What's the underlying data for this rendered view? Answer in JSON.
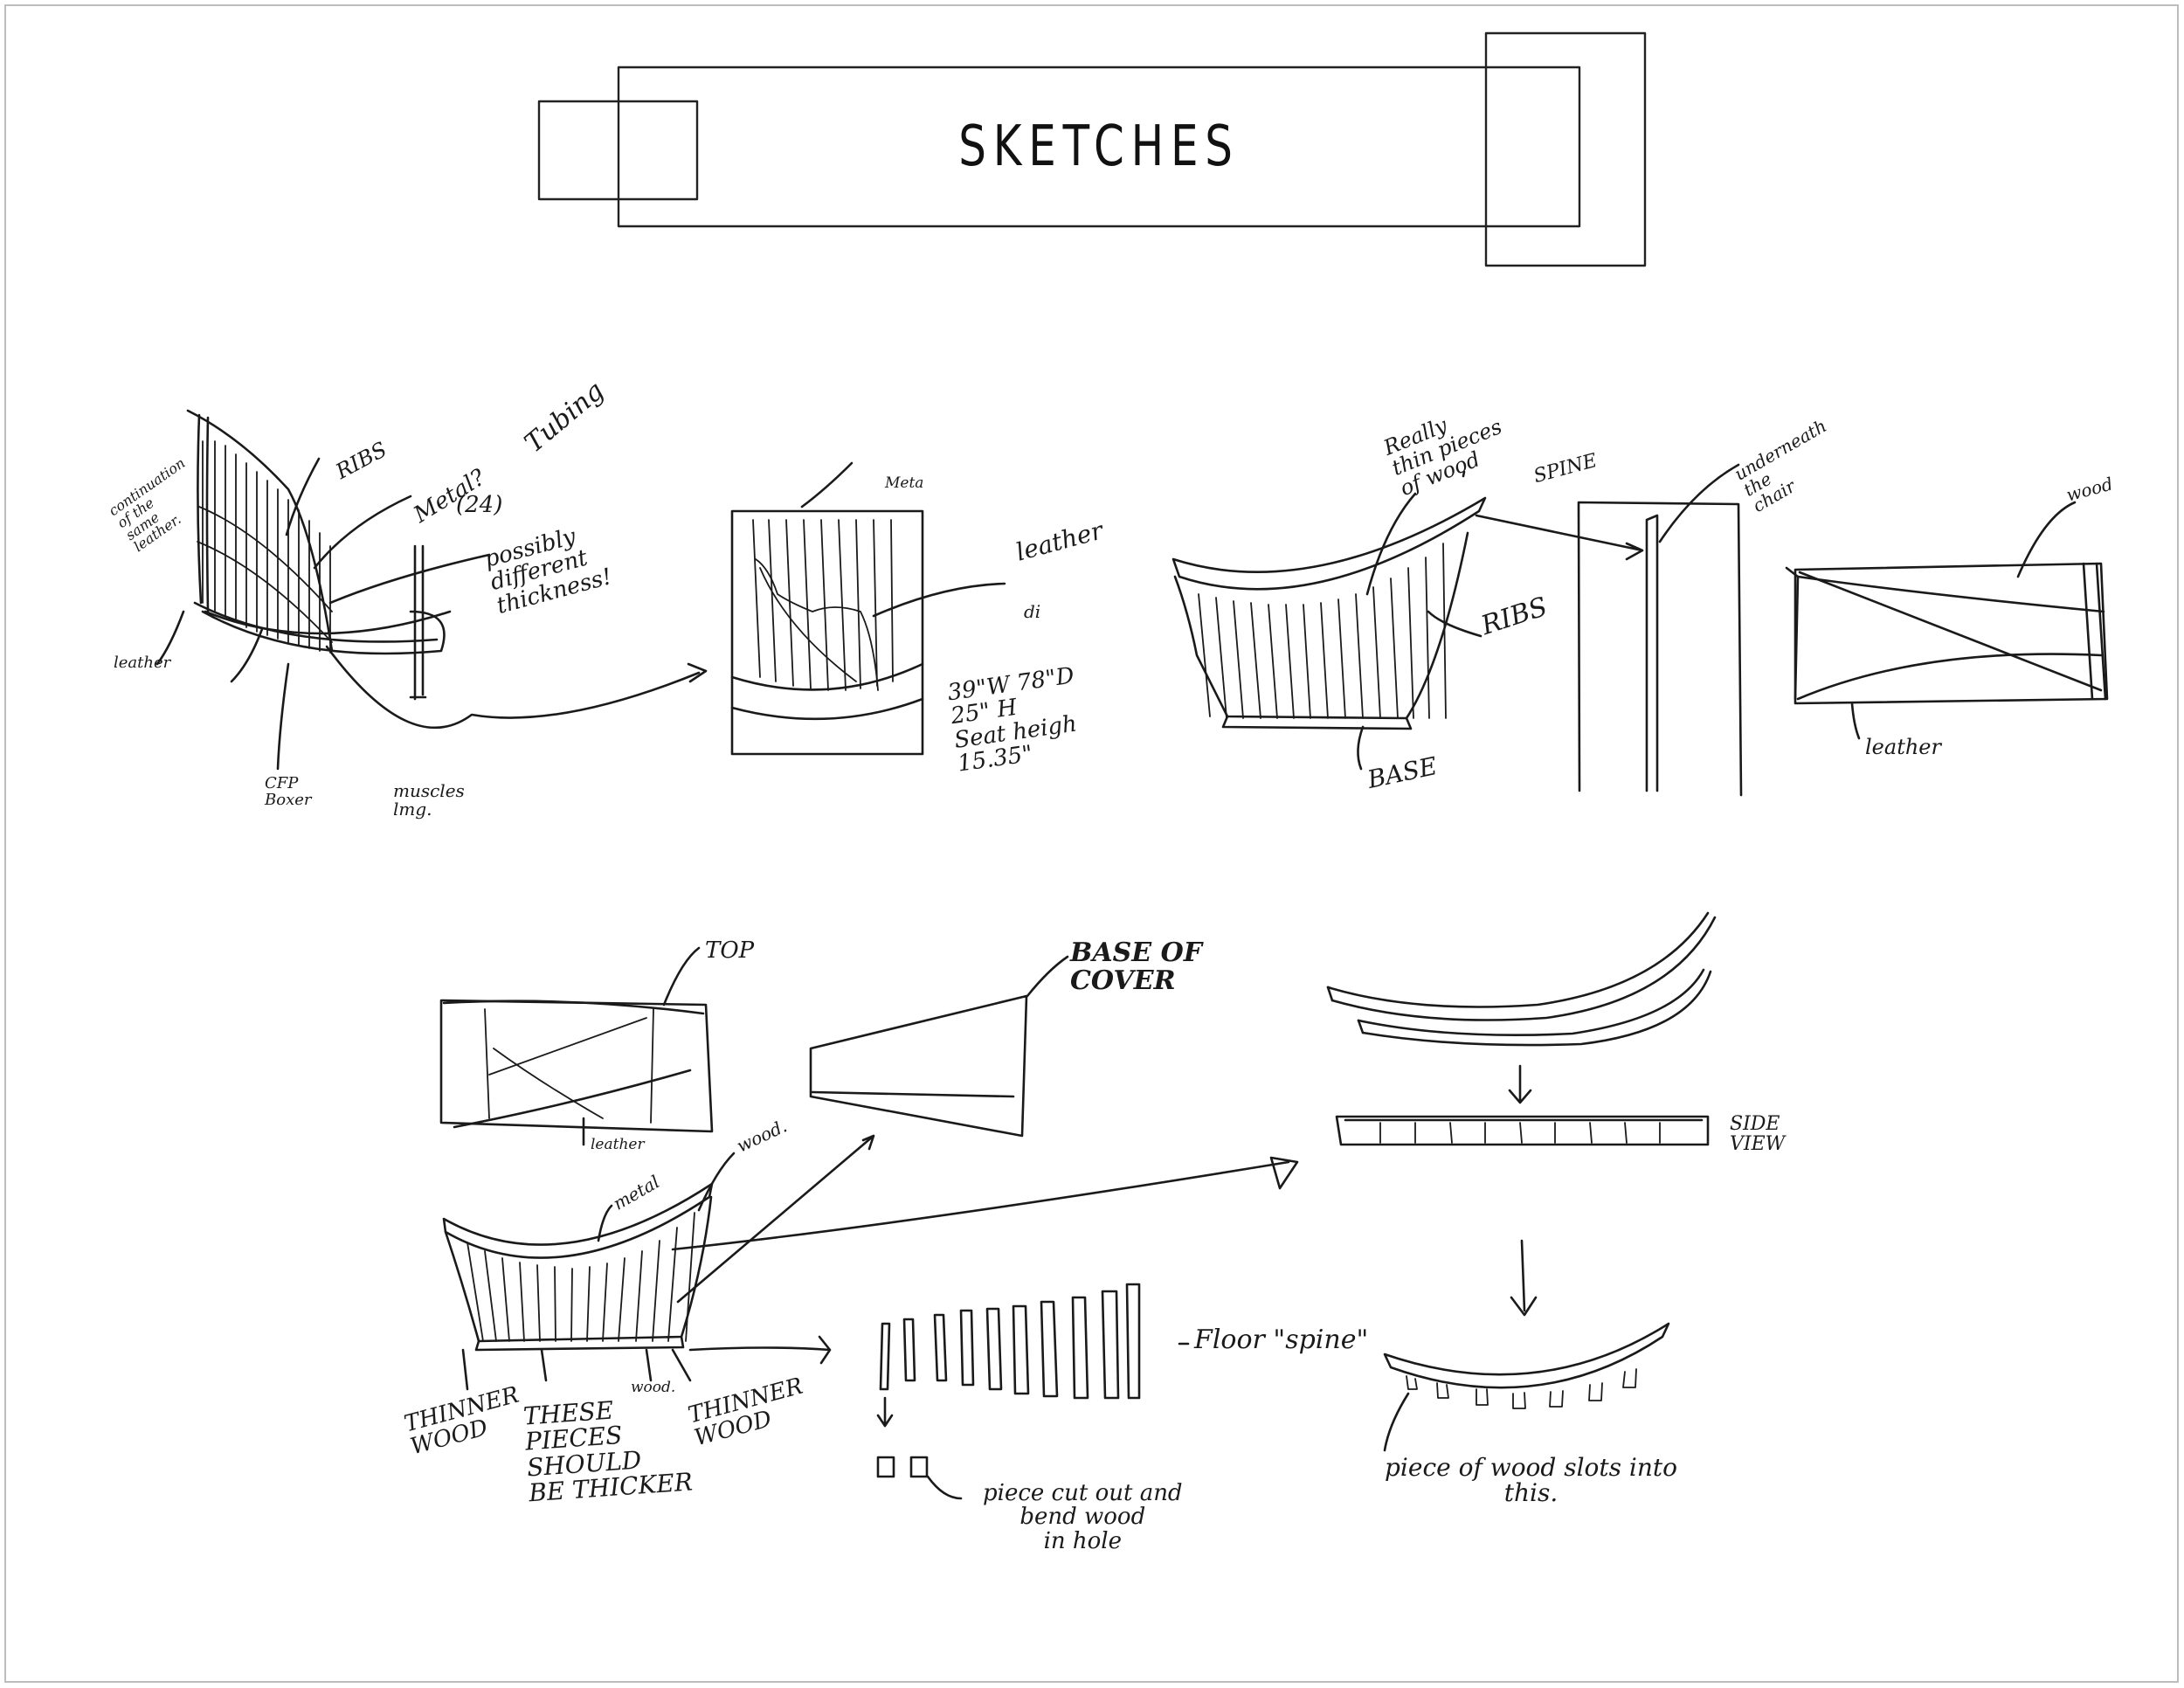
{
  "header": {
    "title": "SKETCHES"
  },
  "annotations": {
    "tubing": "Tubing",
    "ribs_top": "RIBS",
    "metal": "Metal?",
    "metal_count": "(24)",
    "continuation": "continuation\nof the\nsame\nleather.",
    "possibly": "possibly\ndifferent\nthickness!",
    "leather_left": "leather",
    "cfp": "CFP\nBoxer",
    "muscles": "muscles\nlmg.",
    "meta": "Meta",
    "leather_mid": "leather",
    "leather_mid_mark": "di",
    "dimensions": "39\"W  78\"D\n25\" H\nSeat heigh\n15.35\"",
    "really_thin": "Really\nthin pieces\nof wood",
    "spine_top": "SPINE",
    "underneath": "underneath\nthe\nchair",
    "ribs_right": "RIBS",
    "base_right": "BASE",
    "wood_right": "wood",
    "leather_right": "leather",
    "top": "TOP",
    "leather_bottom": "leather",
    "base_of_cover": "BASE OF\nCOVER",
    "metal_bottom": "metal",
    "wood_bottom": "wood.",
    "side_view": "SIDE\nVIEW",
    "thinner_wood_left": "THINNER\nWOOD",
    "these_pieces": "THESE\nPIECES\nSHOULD\nBE THICKER",
    "wood_small": "wood.",
    "thinner_wood_right": "THINNER\nWOOD",
    "floor_spine": "Floor \"spine\"",
    "piece_cut_out": "piece cut out and\nbend wood\nin hole",
    "piece_of_wood_slots": "piece of wood slots into\nthis."
  }
}
